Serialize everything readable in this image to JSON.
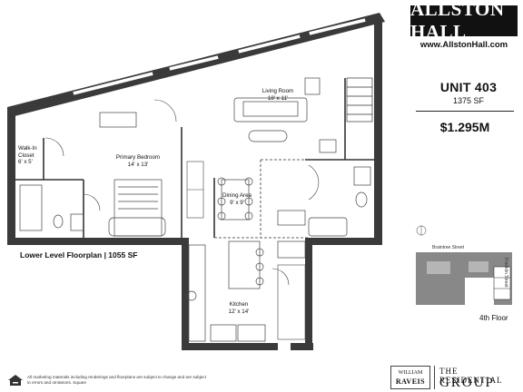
{
  "brand": {
    "name": "ALLSTON HALL",
    "url": "www.AllstonHall.com"
  },
  "unit": {
    "title": "UNIT 403",
    "size": "1375 SF",
    "price": "$1.295M"
  },
  "floorplan": {
    "level_label": "Lower Level Floorplan | 1055 SF",
    "rooms": {
      "living": {
        "name": "Living Room",
        "dims": "18' x 11'"
      },
      "primary": {
        "name": "Primary Bedroom",
        "dims": "14' x 13'"
      },
      "closet": {
        "name": "Walk-In Closet",
        "dims": "6' x 5'"
      },
      "dining": {
        "name": "Dining Area",
        "dims": "9' x 9'"
      },
      "kitchen": {
        "name": "Kitchen",
        "dims": "12' x 14'"
      }
    }
  },
  "keyplan": {
    "streets": [
      "Braintree Street",
      "Franklin Street"
    ],
    "floor": "4th Floor"
  },
  "footer": {
    "disclaimer": "All marketing materials including renderings and floorplans are subject to change and are subject to errors and omissions. Square",
    "broker_logo_line1": "WILLIAM",
    "broker_logo_line2": "RAVEIS",
    "group_line1": "THE RESIDENTIAL",
    "group_line2": "GROUP"
  },
  "colors": {
    "wall": "#3a3a3a",
    "brand_bg": "#111111",
    "text": "#111111"
  }
}
